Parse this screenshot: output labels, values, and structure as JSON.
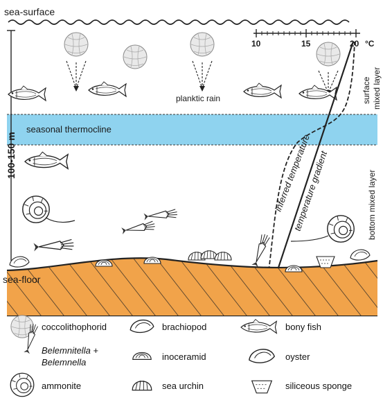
{
  "labels": {
    "sea_surface": "sea-surface",
    "sea_floor": "sea-floor",
    "depth": "100-150 m",
    "thermocline": "seasonal thermocline",
    "planktic_rain": "planktic rain",
    "surface_mixed_1": "surface",
    "surface_mixed_2": "mixed layer",
    "bottom_mixed": "bottom mixed layer",
    "inferred_temperature": "inferred temperature",
    "temperature_gradient": "temperature gradient"
  },
  "temperature_scale": {
    "unit": "°C",
    "ticks": [
      "10",
      "15",
      "20"
    ]
  },
  "legend": {
    "coccolithophorid": "coccolithophorid",
    "brachiopod": "brachiopod",
    "bony_fish": "bony fish",
    "belemnitella": "Belemnitella",
    "plus": "+",
    "belemnella": "Belemnella",
    "inoceramid": "inoceramid",
    "oyster": "oyster",
    "ammonite": "ammonite",
    "sea_urchin": "sea urchin",
    "siliceous_sponge": "siliceous sponge"
  },
  "colors": {
    "thermocline": "#8fd3ef",
    "sea_floor": "#f1a34a",
    "ink": "#1a1a1a"
  }
}
